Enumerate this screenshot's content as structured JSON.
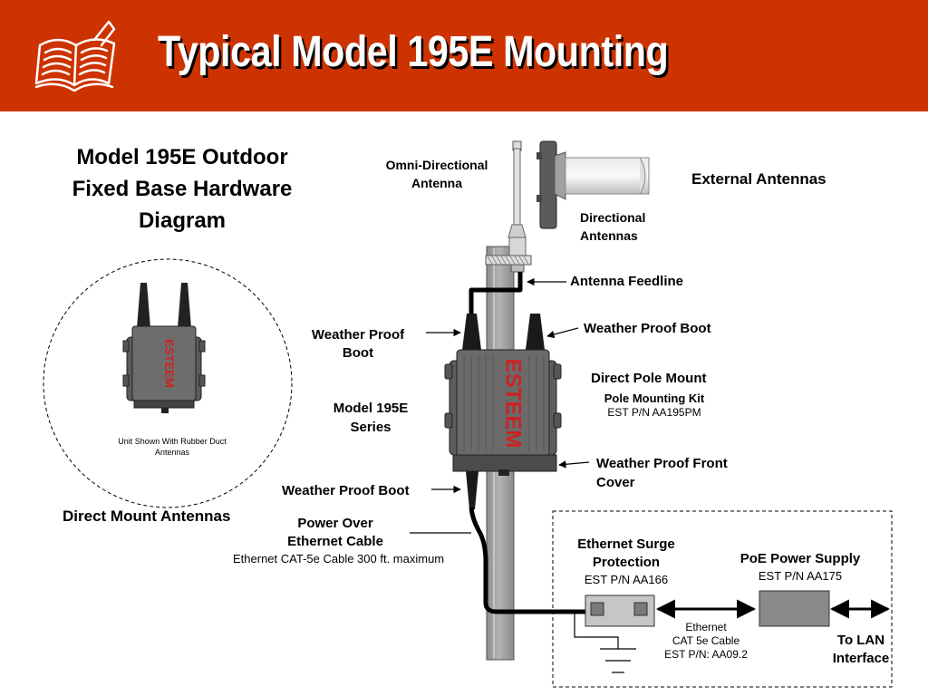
{
  "title": "Typical Model 195E Mounting",
  "colors": {
    "header": "#cc3300",
    "title_text": "#ffffff",
    "pole": "#9a9a9a",
    "enclosure": "#6a6a6a",
    "logo": "#cc2222"
  },
  "icons": {
    "header": "open-book-icon",
    "logo": "esteem-logo"
  },
  "left_title": [
    "Model 195E Outdoor",
    "Fixed Base Hardware",
    "Diagram"
  ],
  "inset": {
    "caption": [
      "Unit Shown With  Rubber Duct",
      "Antennas"
    ],
    "label": "Direct Mount Antennas"
  },
  "labels": {
    "omni": [
      "Omni-Directional",
      "Antenna"
    ],
    "external_antennas": "External Antennas",
    "directional": [
      "Directional",
      "Antennas"
    ],
    "feedline": "Antenna Feedline",
    "boot_left": [
      "Weather Proof",
      "Boot"
    ],
    "boot_right": "Weather Proof Boot",
    "pole_mount": "Direct Pole Mount",
    "pole_kit": "Pole Mounting Kit",
    "pole_kit_pn": "EST P/N AA195PM",
    "model": [
      "Model 195E",
      "Series"
    ],
    "front_cover": [
      "Weather Proof Front",
      "Cover"
    ],
    "boot_bottom": "Weather Proof Boot",
    "poe_cable": [
      "Power Over",
      "Ethernet Cable"
    ],
    "poe_cable_note": "Ethernet CAT-5e Cable 300 ft. maximum",
    "surge": [
      "Ethernet Surge",
      "Protection"
    ],
    "surge_pn": "EST P/N AA166",
    "poe_supply": "PoE Power Supply",
    "poe_supply_pn": "EST P/N AA175",
    "eth_cable": [
      "Ethernet",
      "CAT 5e Cable",
      "EST P/N: AA09.2"
    ],
    "lan": [
      "To LAN",
      "Interface"
    ]
  },
  "logo_text": "ESTEEM"
}
